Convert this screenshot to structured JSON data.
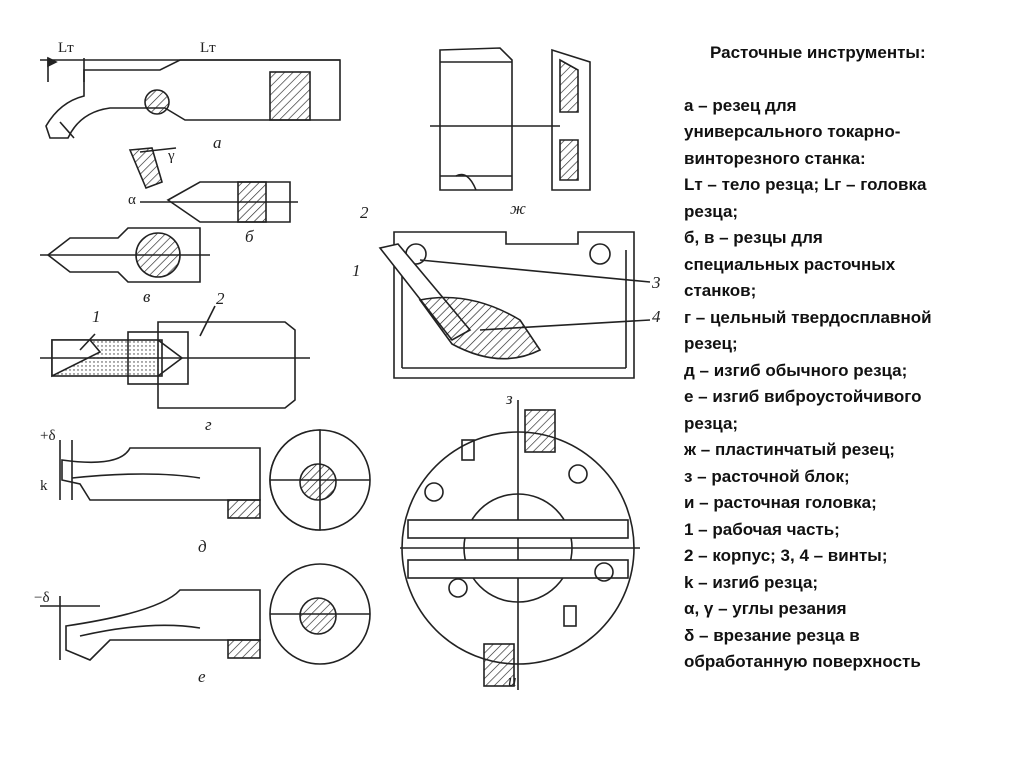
{
  "caption": {
    "title": "Расточные инструменты:",
    "lines": [
      "а – резец для",
      "универсального токарно-",
      "винторезного станка:",
      "Lт – тело резца; Lг – головка",
      "резца;",
      "б, в – резцы для",
      "специальных расточных",
      "станков;",
      "г – цельный твердосплавной",
      "резец;",
      "д – изгиб обычного резца;",
      "е – изгиб виброустойчивого",
      "резца;",
      "ж – пластинчатый резец;",
      "з – расточной блок;",
      "и – расточная головка;",
      "1 – рабочая часть;",
      "2 – корпус; 3, 4 – винты;",
      "k – изгиб резца;",
      "α, γ – углы резания",
      "δ – врезание резца в",
      "обработанную поверхность"
    ]
  },
  "figure_labels": {
    "a": "а",
    "b": "б",
    "v": "в",
    "g": "г",
    "d": "д",
    "e": "е",
    "zh": "ж",
    "z": "з",
    "i": "и"
  },
  "dimension_labels": {
    "lt_small": "Lт",
    "lt_large": "Lт",
    "gamma": "γ",
    "alpha": "α",
    "plus_delta": "+δ",
    "minus_delta": "−δ",
    "k": "k",
    "n1_g": "1",
    "n2_g": "2",
    "n1_z": "1",
    "n2_z": "2",
    "n3_z": "3",
    "n4_z": "4"
  },
  "colors": {
    "ink": "#222222",
    "background": "#ffffff"
  }
}
